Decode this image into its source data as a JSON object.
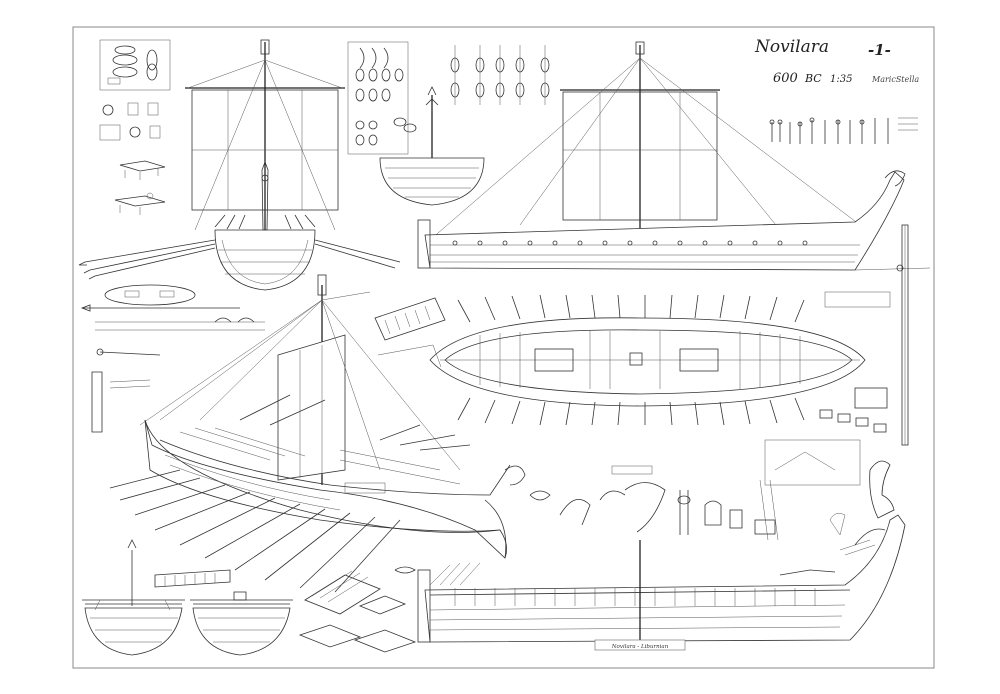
{
  "title_block": {
    "name": "Novilara",
    "sheet": "-1-",
    "date": "600",
    "era": "BC",
    "scale": "1:35",
    "author": "MaricStella"
  },
  "stern_label": "Novilara - Liburnian",
  "colors": {
    "line": "#333333",
    "paper": "#ffffff",
    "frame": "#888888"
  }
}
